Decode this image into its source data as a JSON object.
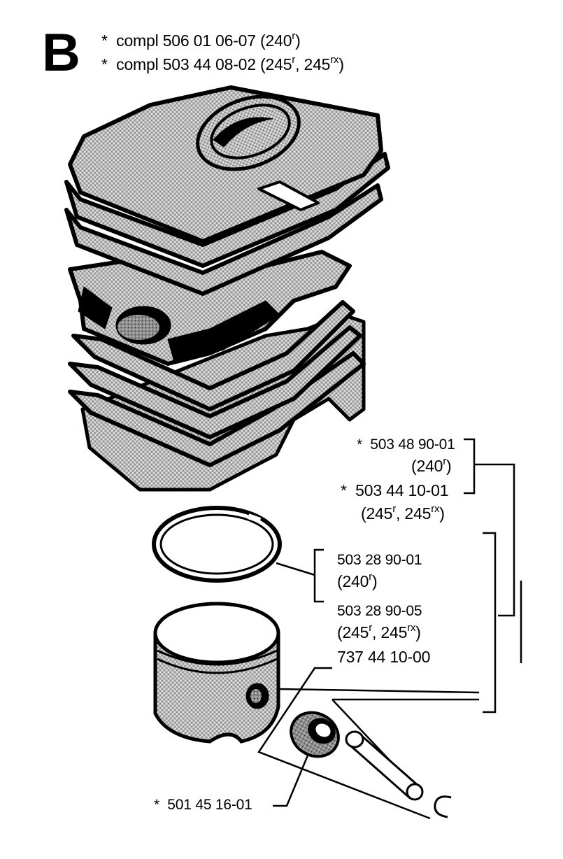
{
  "section_letter": "B",
  "header": {
    "line1": {
      "star": "*",
      "text": "compl 506 01 06-07 (240",
      "sup1": "r",
      "tail": ")"
    },
    "line2": {
      "star": "*",
      "text": "compl 503 44 08-02 (245",
      "sup1": "r",
      "mid": ", 245",
      "sup2": "rx",
      "tail": ")"
    }
  },
  "callouts": {
    "gasket_a": {
      "star": "*",
      "number": "503 48 90-01"
    },
    "gasket_a_model": {
      "text": "(240",
      "sup1": "r",
      "tail": ")"
    },
    "gasket_b": {
      "star": "*",
      "number": "503 44 10-01"
    },
    "gasket_b_model": {
      "text": "(245",
      "sup1": "r",
      "mid": ", 245",
      "sup2": "rx",
      "tail": ")"
    },
    "ring_a": {
      "number": "503 28 90-01"
    },
    "ring_a_model": {
      "text": "(240",
      "sup1": "r",
      "tail": ")"
    },
    "ring_b": {
      "number": "503 28 90-05"
    },
    "ring_b_model": {
      "text": "(245",
      "sup1": "r",
      "mid": ", 245",
      "sup2": "rx",
      "tail": ")"
    },
    "piston_pin": {
      "number": "737 44 10-00"
    },
    "bearing": {
      "star": "*",
      "number": "501 45 16-01"
    }
  },
  "parts": {
    "cylinder": "cylinder-illustration",
    "piston_ring": "piston-ring-illustration",
    "piston": "piston-illustration",
    "needle_bearing": "needle-bearing-illustration",
    "piston_pin": "piston-pin-illustration",
    "circlip": "circlip-illustration"
  }
}
